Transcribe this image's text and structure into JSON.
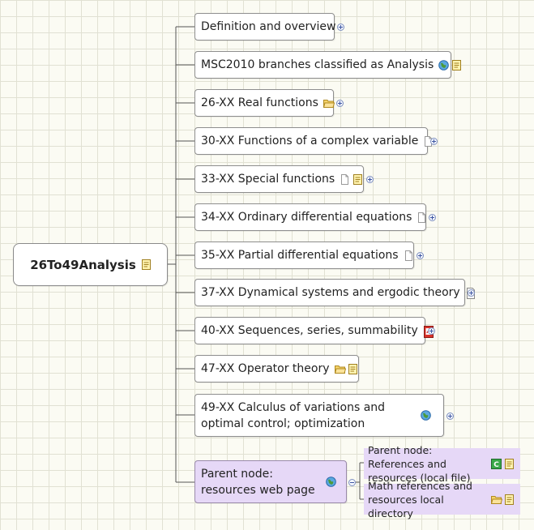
{
  "central": {
    "label": "26To49Analysis"
  },
  "topics": [
    {
      "label": "Definition and overview"
    },
    {
      "label": "MSC2010 branches classified as Analysis"
    },
    {
      "label": "26-XX Real functions"
    },
    {
      "label": "30-XX Functions of a complex variable"
    },
    {
      "label": "33-XX Special functions"
    },
    {
      "label": "34-XX Ordinary differential equations"
    },
    {
      "label": "35-XX Partial differential equations"
    },
    {
      "label": "37-XX Dynamical systems and ergodic theory"
    },
    {
      "label": "40-XX Sequences, series, summability"
    },
    {
      "label": "47-XX Operator theory"
    },
    {
      "label": "49-XX Calculus of variations and optimal control; optimization"
    },
    {
      "label": "Parent node: resources web page"
    }
  ],
  "subtopics": [
    {
      "label": "Parent node: References and resources (local file)"
    },
    {
      "label": "Math references and resources local directory"
    }
  ],
  "colors": {
    "node_purple": "#e6d8f7",
    "connector": "#555555",
    "grid": "#e1e1d3"
  }
}
